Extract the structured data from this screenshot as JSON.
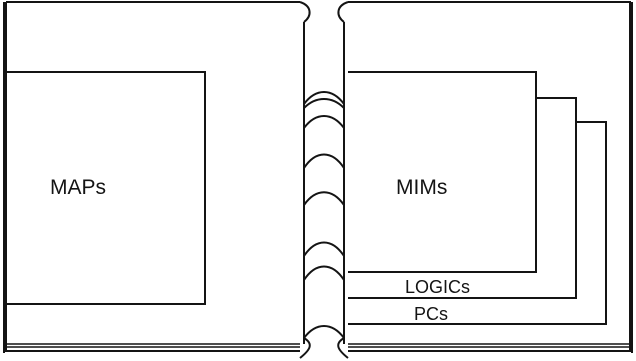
{
  "diagram": {
    "left_page": {
      "panel_label": "MAPs"
    },
    "right_page": {
      "front_panel_label": "MIMs",
      "middle_tab_label": "LOGICs",
      "back_tab_label": "PCs"
    }
  }
}
